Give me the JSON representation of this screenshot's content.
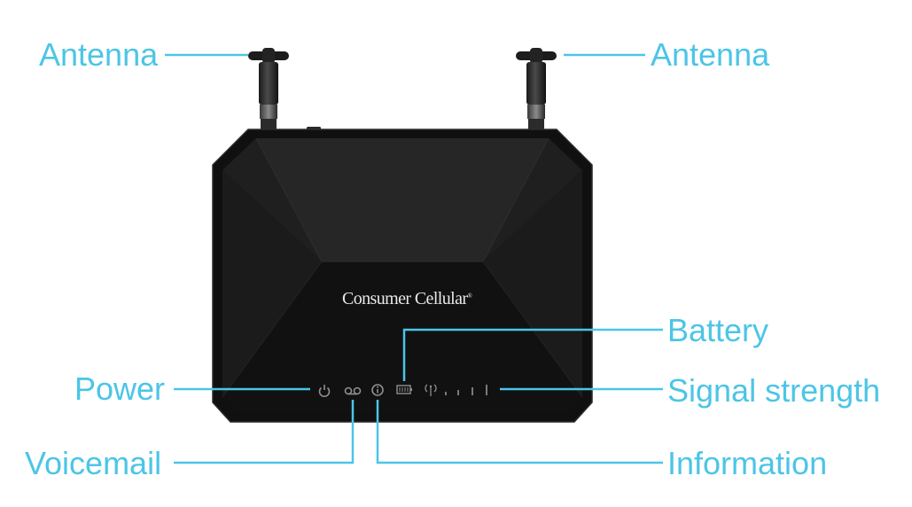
{
  "diagram": {
    "brand_name": "Consumer Cellular",
    "brand_mark": "®",
    "label_color": "#4cc5e6",
    "device_color": "#141414",
    "callouts": [
      {
        "id": "antenna-left",
        "label": "Antenna"
      },
      {
        "id": "antenna-right",
        "label": "Antenna"
      },
      {
        "id": "battery",
        "label": "Battery"
      },
      {
        "id": "power",
        "label": "Power"
      },
      {
        "id": "signal-strength",
        "label": "Signal strength"
      },
      {
        "id": "voicemail",
        "label": "Voicemail"
      },
      {
        "id": "information",
        "label": "Information"
      }
    ],
    "indicator_icons": [
      "power-icon",
      "voicemail-icon",
      "information-icon",
      "battery-icon",
      "signal-icon"
    ]
  }
}
